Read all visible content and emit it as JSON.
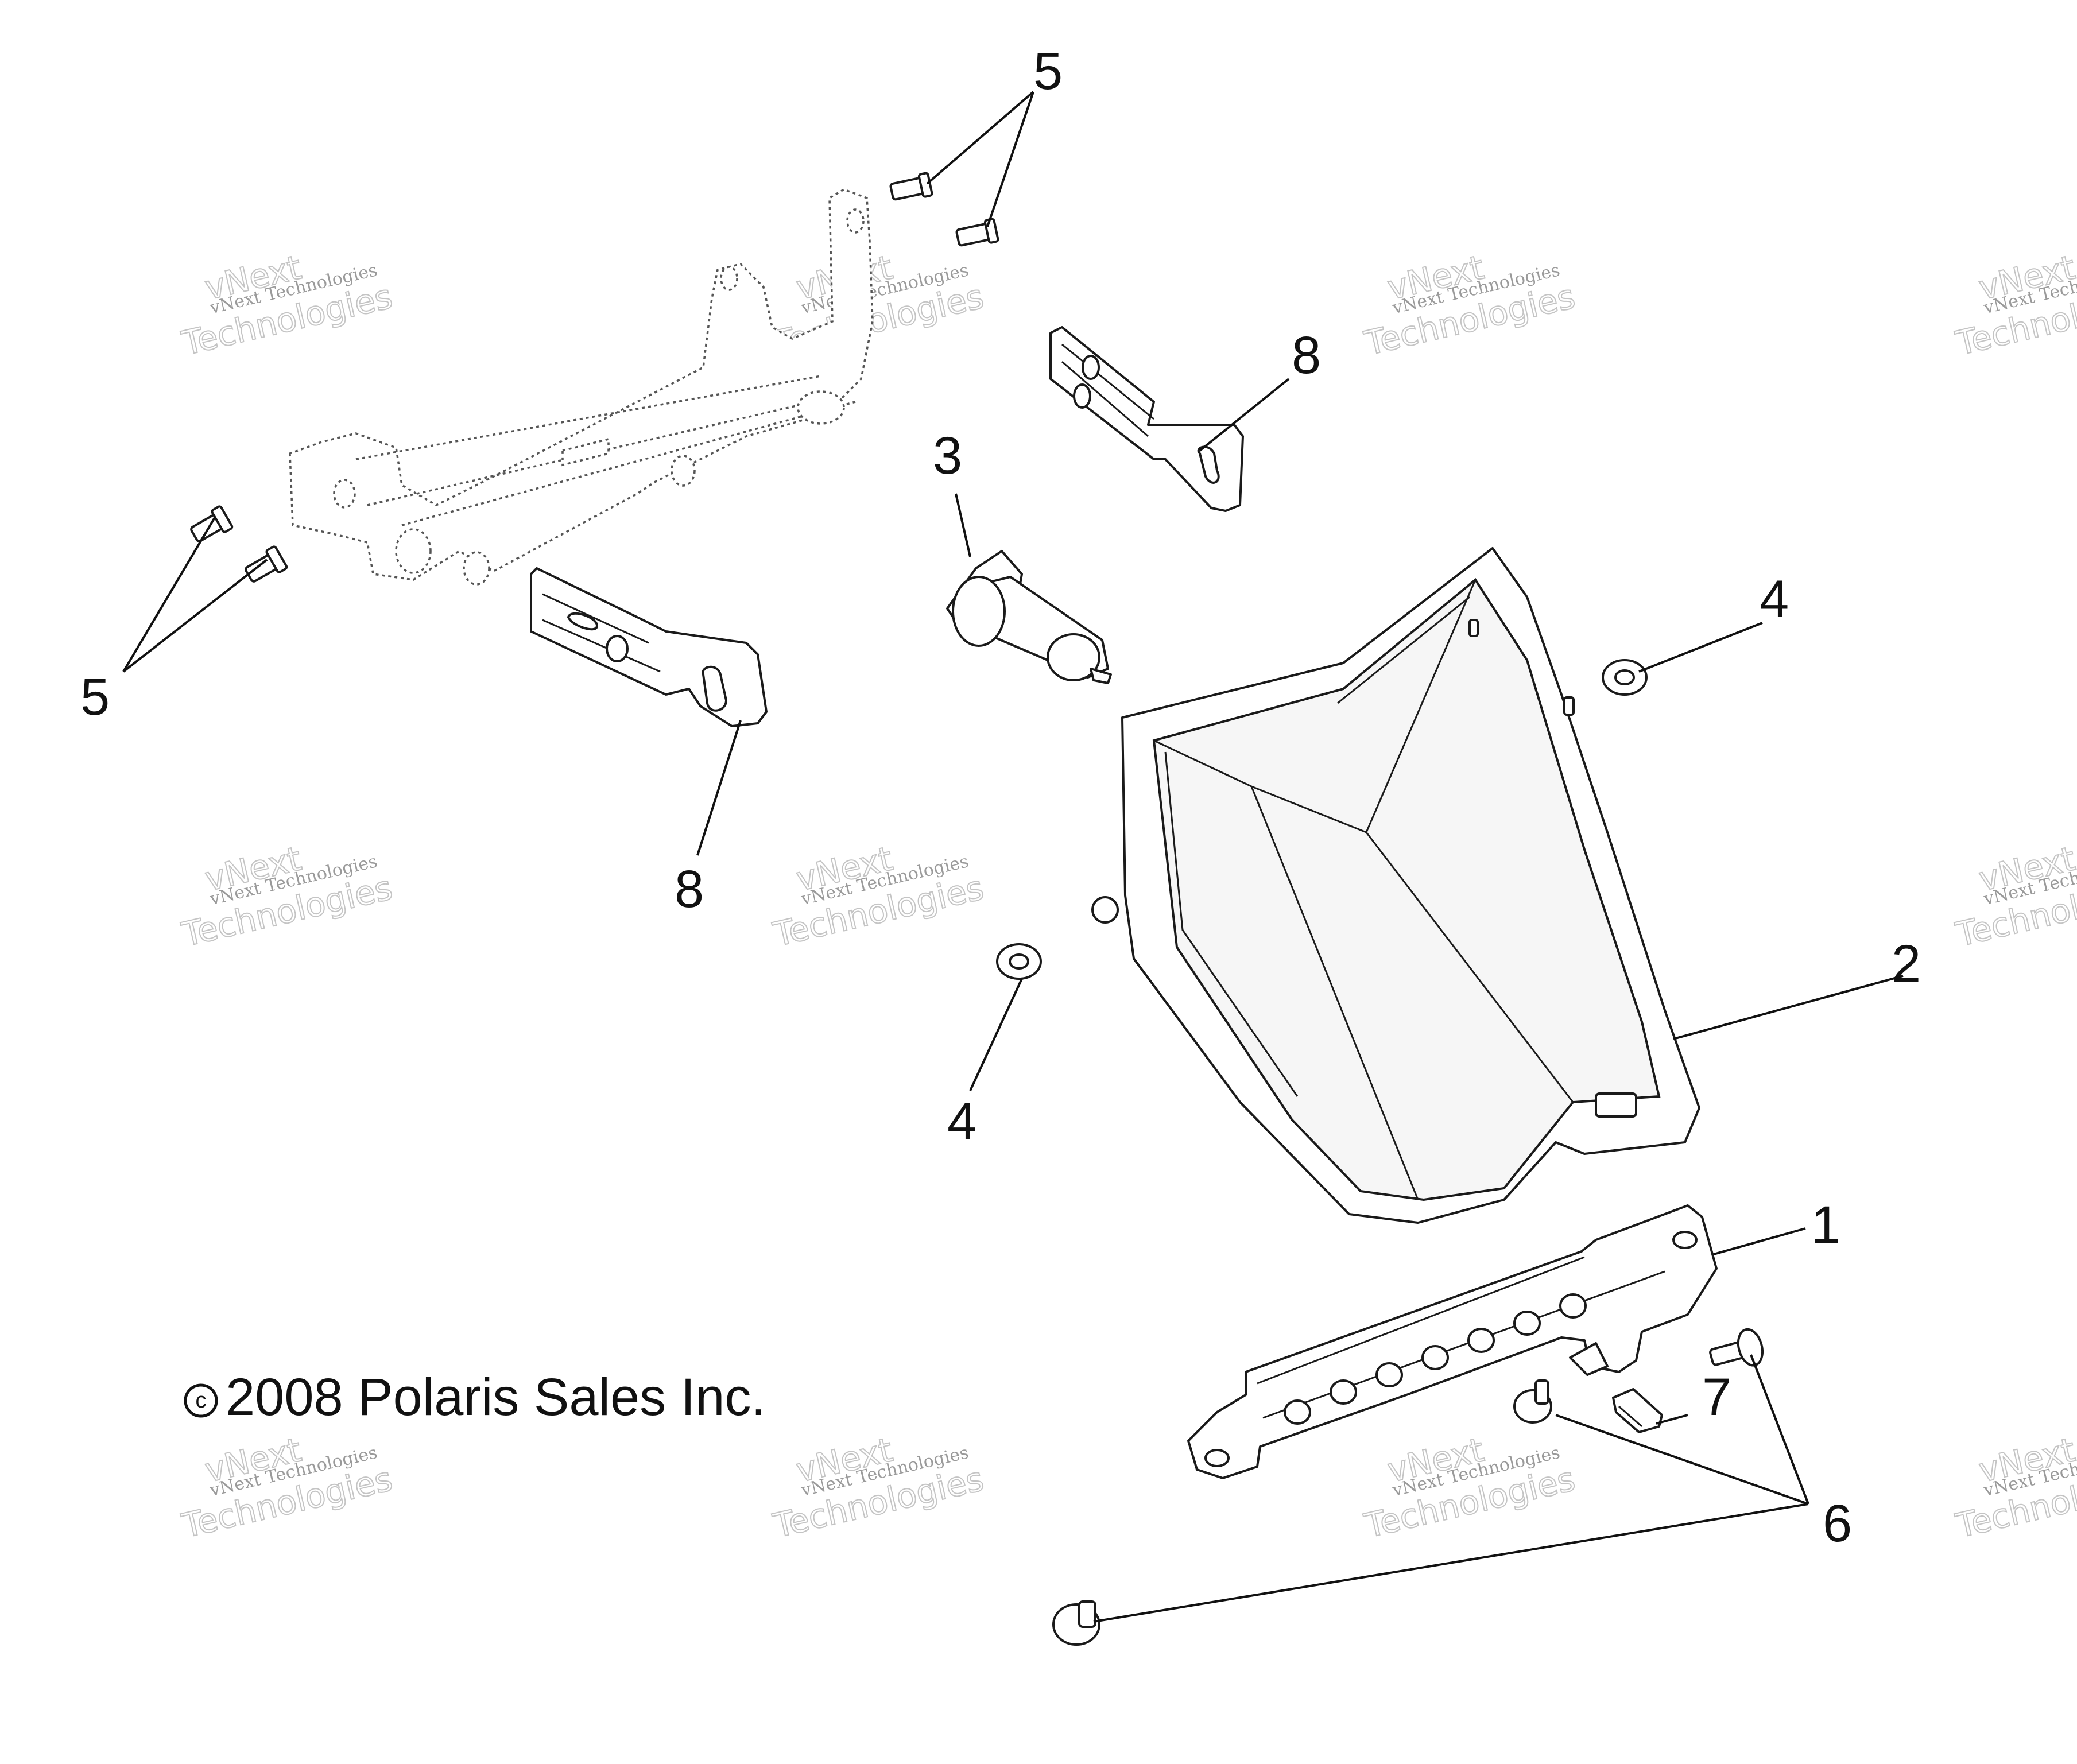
{
  "copyright": {
    "symbol": "c",
    "text": "2008 Polaris Sales Inc."
  },
  "watermark": {
    "line1": "vNext Technologies",
    "line2": "vNext",
    "line3": "Technologies"
  },
  "callouts": {
    "c1": "1",
    "c2": "2",
    "c3": "3",
    "c4a": "4",
    "c4b": "4",
    "c5a": "5",
    "c5b": "5",
    "c6": "6",
    "c7": "7",
    "c8a": "8",
    "c8b": "8"
  }
}
